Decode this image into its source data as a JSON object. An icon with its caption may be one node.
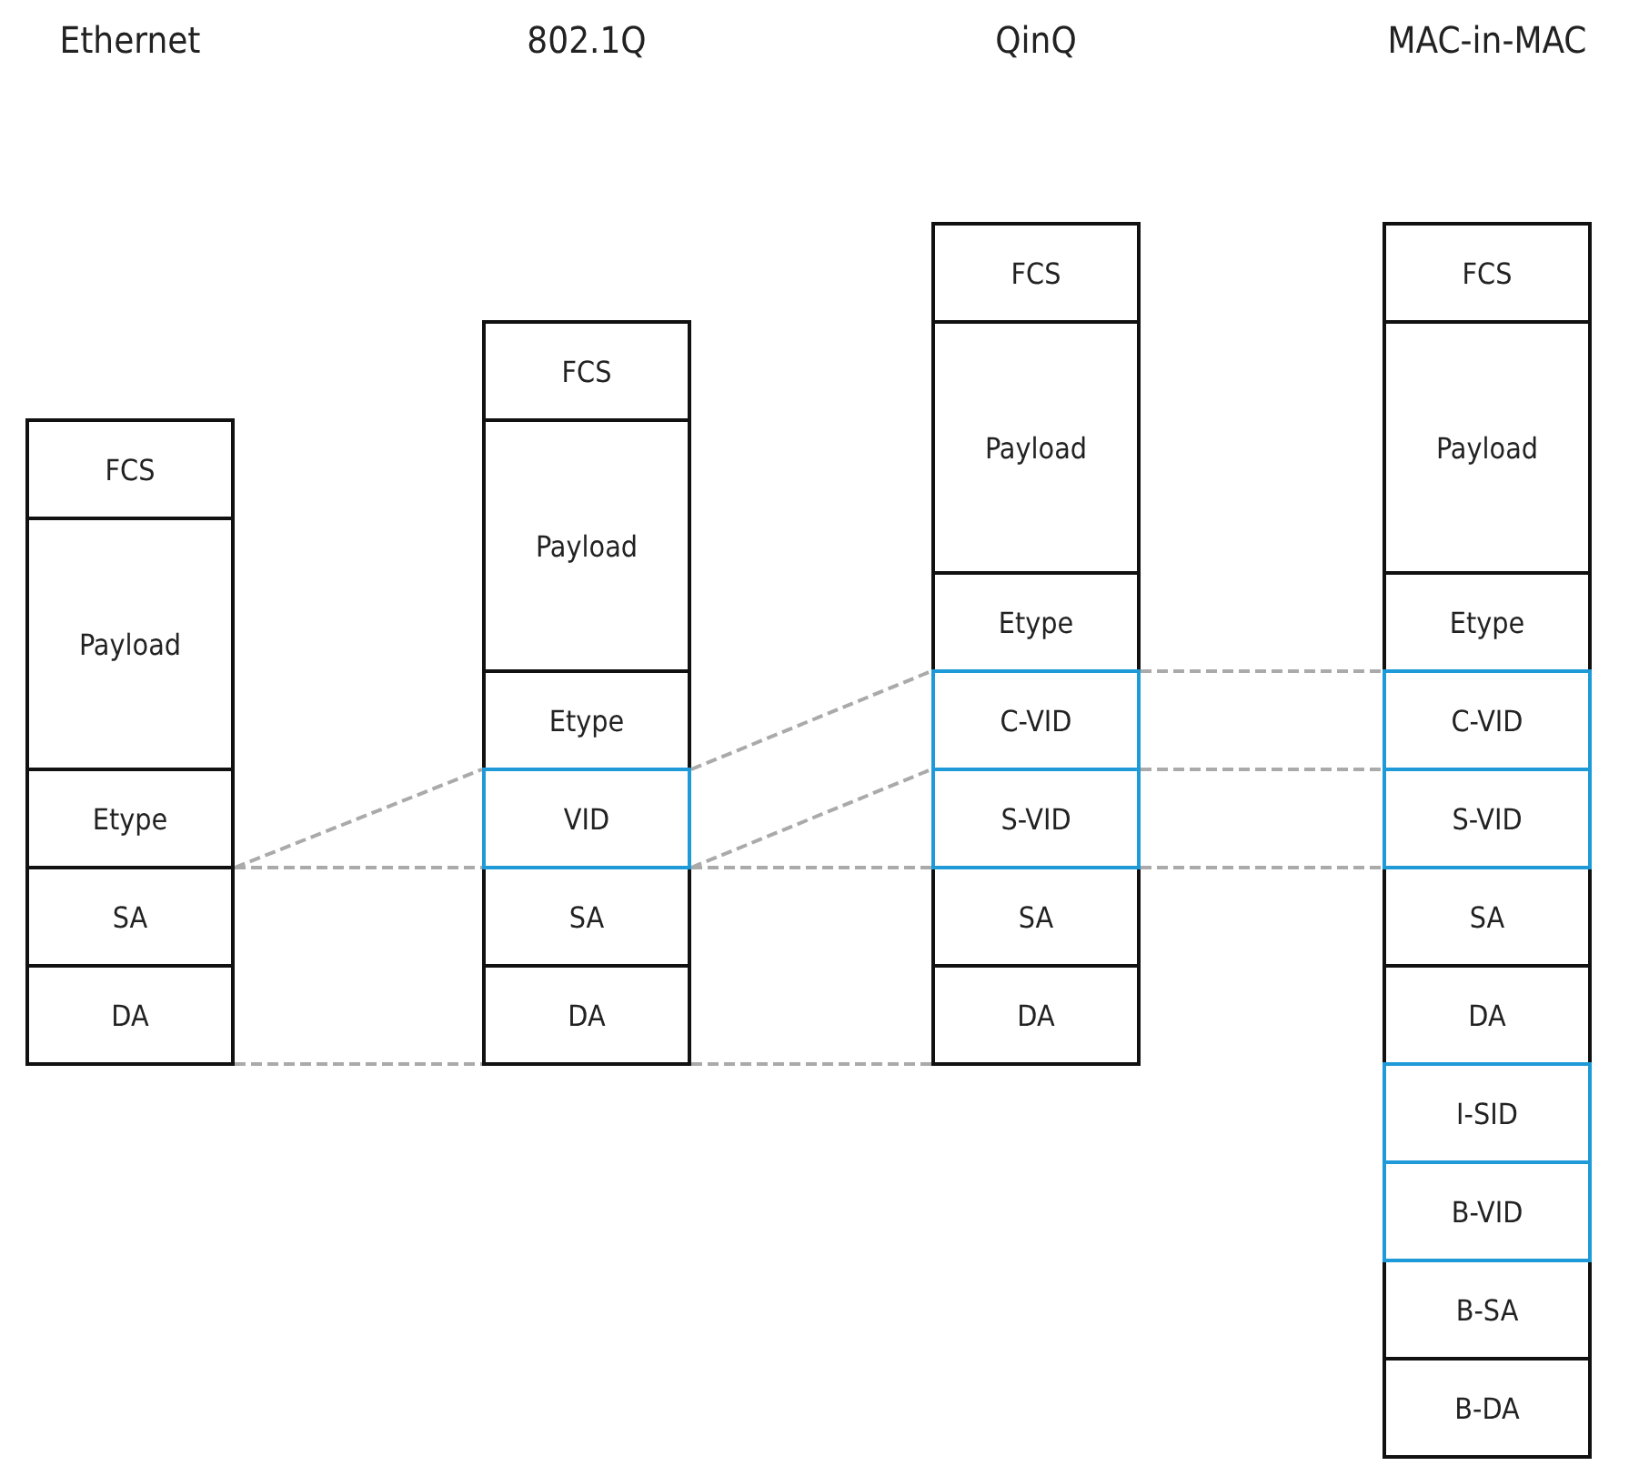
{
  "diagram": {
    "nodes": [
      {
        "text": [
          "FCS"
        ]
      },
      {
        "text": [
          "Payload"
        ]
      },
      {
        "text": [
          "Etype"
        ]
      },
      {
        "text": [
          "SA"
        ]
      },
      {
        "text": [
          "DA"
        ]
      },
      {
        "text": [
          "FCS"
        ]
      },
      {
        "text": [
          "Payload"
        ]
      },
      {
        "text": [
          "Etype"
        ]
      },
      {
        "text": [
          "VID"
        ]
      },
      {
        "text": [
          "SA"
        ]
      },
      {
        "text": [
          "DA"
        ]
      },
      {
        "text": [
          "FCS"
        ]
      },
      {
        "text": [
          "Payload"
        ]
      },
      {
        "text": [
          "Etype"
        ]
      },
      {
        "text": [
          "C-VID"
        ]
      },
      {
        "text": [
          "S-VID"
        ]
      },
      {
        "text": [
          "SA"
        ]
      },
      {
        "text": [
          "DA"
        ]
      },
      {
        "text": [
          "FCS"
        ]
      },
      {
        "text": [
          "Payload"
        ]
      },
      {
        "text": [
          "Etype"
        ]
      },
      {
        "text": [
          "C-VID"
        ]
      },
      {
        "text": [
          "S-VID"
        ]
      },
      {
        "text": [
          "SA"
        ]
      },
      {
        "text": [
          "DA"
        ]
      },
      {
        "text": [
          "I-SID"
        ]
      },
      {
        "text": [
          "B-VID"
        ]
      },
      {
        "text": [
          "B-SA"
        ]
      },
      {
        "text": [
          "B-DA"
        ]
      }
    ],
    "edges": [
      {
        "from": 3,
        "to": 8,
        "arrow": "none",
        "style": "dashed"
      },
      {
        "from": 3,
        "to": 9,
        "arrow": "none",
        "style": "dashed"
      },
      {
        "from": 4,
        "to": 10,
        "arrow": "none",
        "style": "dashed"
      },
      {
        "from": 8,
        "to": 14,
        "arrow": "none",
        "style": "dashed"
      },
      {
        "from": 8,
        "to": 15,
        "arrow": "none",
        "style": "dashed"
      },
      {
        "from": 9,
        "to": 16,
        "arrow": "none",
        "style": "dashed"
      },
      {
        "from": 10,
        "to": 17,
        "arrow": "none",
        "style": "dashed"
      },
      {
        "from": 14,
        "to": 21,
        "arrow": "none",
        "style": "dashed"
      },
      {
        "from": 15,
        "to": 22,
        "arrow": "none",
        "style": "dashed"
      },
      {
        "from": 16,
        "to": 23,
        "arrow": "none",
        "style": "dashed"
      }
    ],
    "labels": [
      "Ethernet",
      "802.1Q",
      "QinQ",
      "MAC-in-MAC"
    ]
  }
}
